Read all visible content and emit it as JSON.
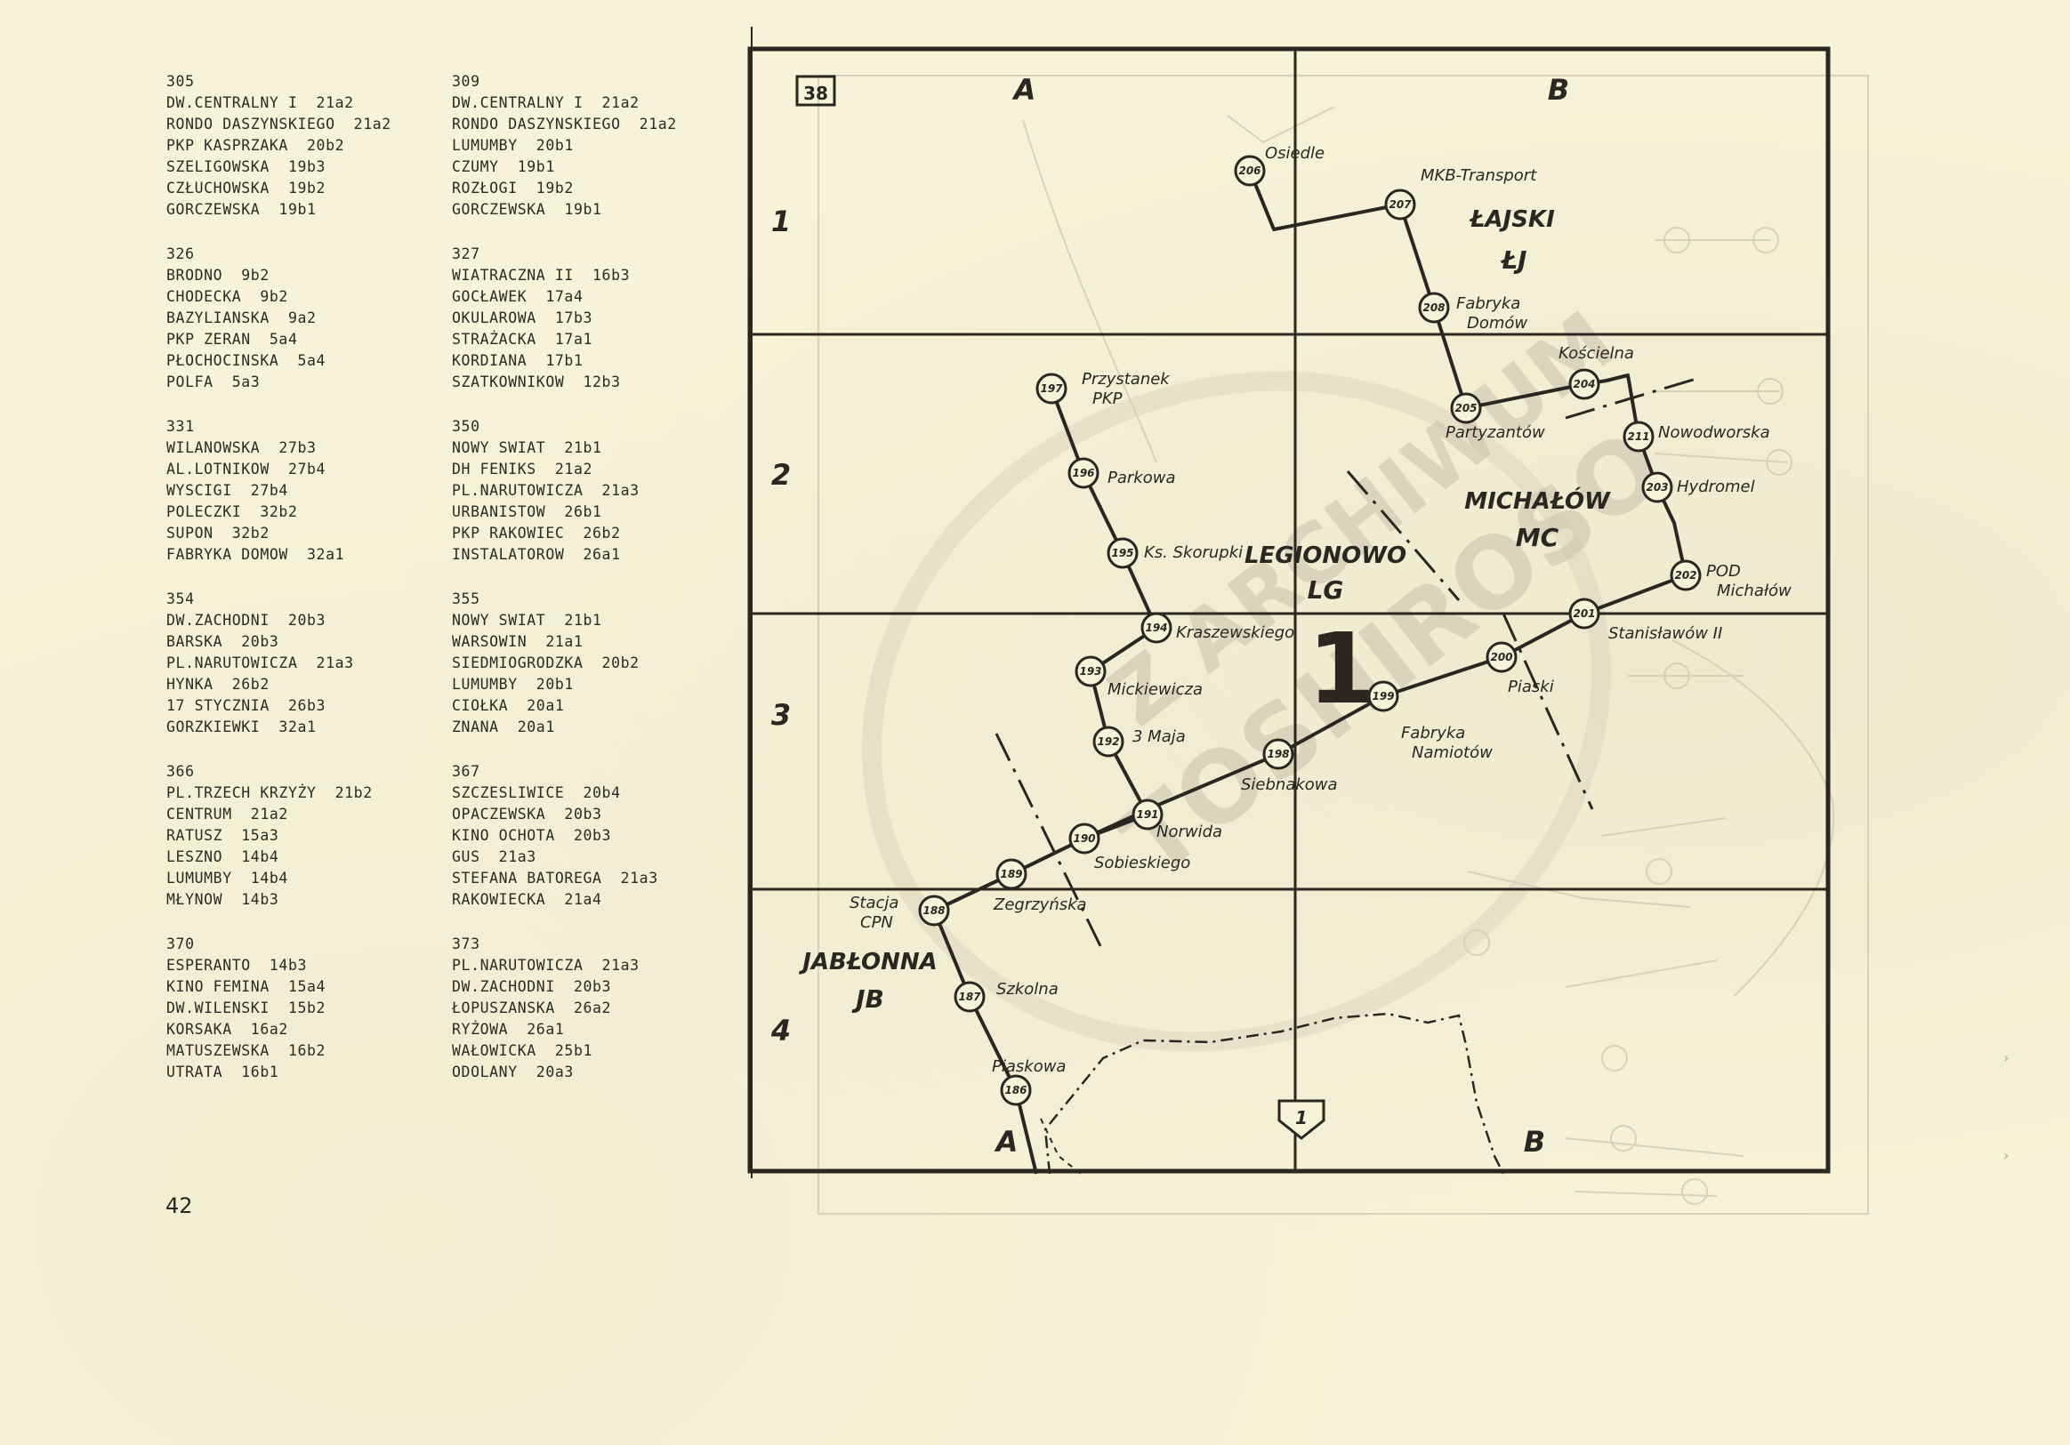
{
  "routes_left": [
    {
      "number": "305",
      "stops": [
        "DW.CENTRALNY I  21a2",
        "RONDO DASZYNSKIEGO  21a2",
        "PKP KASPRZAKA  20b2",
        "SZELIGOWSKA  19b3",
        "CZŁUCHOWSKA  19b2",
        "GORCZEWSKA  19b1"
      ]
    },
    {
      "number": "326",
      "stops": [
        "BRODNO  9b2",
        "CHODECKA  9b2",
        "BAZYLIANSKA  9a2",
        "PKP ZERAN  5a4",
        "PŁOCHOCINSKA  5a4",
        "POLFA  5a3"
      ]
    },
    {
      "number": "331",
      "stops": [
        "WILANOWSKA  27b3",
        "AL.LOTNIKOW  27b4",
        "WYSCIGI  27b4",
        "POLECZKI  32b2",
        "SUPON  32b2",
        "FABRYKA DOMOW  32a1"
      ]
    },
    {
      "number": "354",
      "stops": [
        "DW.ZACHODNI  20b3",
        "BARSKA  20b3",
        "PL.NARUTOWICZA  21a3",
        "HYNKA  26b2",
        "17 STYCZNIA  26b3",
        "GORZKIEWKI  32a1"
      ]
    },
    {
      "number": "366",
      "stops": [
        "PL.TRZECH KRZYŻY  21b2",
        "CENTRUM  21a2",
        "RATUSZ  15a3",
        "LESZNO  14b4",
        "LUMUMBY  14b4",
        "MŁYNOW  14b3"
      ]
    },
    {
      "number": "370",
      "stops": [
        "ESPERANTO  14b3",
        "KINO FEMINA  15a4",
        "DW.WILENSKI  15b2",
        "KORSAKA  16a2",
        "MATUSZEWSKA  16b2",
        "UTRATA  16b1"
      ]
    }
  ],
  "routes_right": [
    {
      "number": "309",
      "stops": [
        "DW.CENTRALNY I  21a2",
        "RONDO DASZYNSKIEGO  21a2",
        "LUMUMBY  20b1",
        "CZUMY  19b1",
        "ROZŁOGI  19b2",
        "GORCZEWSKA  19b1"
      ]
    },
    {
      "number": "327",
      "stops": [
        "WIATRACZNA II  16b3",
        "GOCŁAWEK  17a4",
        "OKULAROWA  17b3",
        "STRAŻACKA  17a1",
        "KORDIANA  17b1",
        "SZATKOWNIKOW  12b3"
      ]
    },
    {
      "number": "350",
      "stops": [
        "NOWY SWIAT  21b1",
        "DH FENIKS  21a2",
        "PL.NARUTOWICZA  21a3",
        "URBANISTOW  26b1",
        "PKP RAKOWIEC  26b2",
        "INSTALATOROW  26a1"
      ]
    },
    {
      "number": "355",
      "stops": [
        "NOWY SWIAT  21b1",
        "WARSOWIN  21a1",
        "SIEDMIOGRODZKA  20b2",
        "LUMUMBY  20b1",
        "CIOŁKA  20a1",
        "ZNANA  20a1"
      ]
    },
    {
      "number": "367",
      "stops": [
        "SZCZESLIWICE  20b4",
        "OPACZEWSKA  20b3",
        "KINO OCHOTA  20b3",
        "GUS  21a3",
        "STEFANA BATOREGA  21a3",
        "RAKOWIECKA  21a4"
      ]
    },
    {
      "number": "373",
      "stops": [
        "PL.NARUTOWICZA  21a3",
        "DW.ZACHODNI  20b3",
        "ŁOPUSZANSKA  26a2",
        "RYŻOWA  26a1",
        "WAŁOWICKA  25b1",
        "ODOLANY  20a3"
      ]
    }
  ],
  "page_number": "42",
  "map": {
    "sheet_number": "38",
    "column_letters": [
      "A",
      "B"
    ],
    "row_numbers": [
      "1",
      "2",
      "3",
      "4"
    ],
    "zone_number": "1",
    "next_sheet": "1",
    "towns": [
      {
        "name": "ŁAJSKI",
        "code": "ŁJ"
      },
      {
        "name": "LEGIONOWO",
        "code": "LG"
      },
      {
        "name": "MICHAŁÓW",
        "code": "MC"
      },
      {
        "name": "JABŁONNA",
        "code": "JB"
      }
    ],
    "stops": [
      {
        "id": "206",
        "label": "Osiedle"
      },
      {
        "id": "207",
        "label": "MKB-Transport"
      },
      {
        "id": "208",
        "label": "Fabryka Domów"
      },
      {
        "id": "205",
        "label": "Partyzantów"
      },
      {
        "id": "204",
        "label": "Kościelna"
      },
      {
        "id": "211",
        "label": "Nowodworska"
      },
      {
        "id": "203",
        "label": "Hydromel"
      },
      {
        "id": "202",
        "label": "POD Michałów"
      },
      {
        "id": "201",
        "label": "Stanisławów II"
      },
      {
        "id": "200",
        "label": "Piaski"
      },
      {
        "id": "199",
        "label": "Fabryka Namiotów"
      },
      {
        "id": "198",
        "label": "Siebnakowa"
      },
      {
        "id": "197",
        "label": "Przystanek PKP"
      },
      {
        "id": "196",
        "label": "Parkowa"
      },
      {
        "id": "195",
        "label": "Ks. Skorupki"
      },
      {
        "id": "194",
        "label": "Kraszewskiego"
      },
      {
        "id": "193",
        "label": "Mickiewicza"
      },
      {
        "id": "192",
        "label": "3 Maja"
      },
      {
        "id": "191",
        "label": "Norwida"
      },
      {
        "id": "190",
        "label": "Sobieskiego"
      },
      {
        "id": "189",
        "label": "Zegrzyńska"
      },
      {
        "id": "188",
        "label": "Stacja CPN"
      },
      {
        "id": "187",
        "label": "Szkolna"
      },
      {
        "id": "186",
        "label": "Piaskowa"
      }
    ],
    "colors": {
      "ink": "#2a2722",
      "paper": "#f7f3d8",
      "faint": "#c9c2ac"
    }
  },
  "watermark": {
    "line1": "Z ARCHIWUM",
    "line2": "TOSHIROSO"
  }
}
